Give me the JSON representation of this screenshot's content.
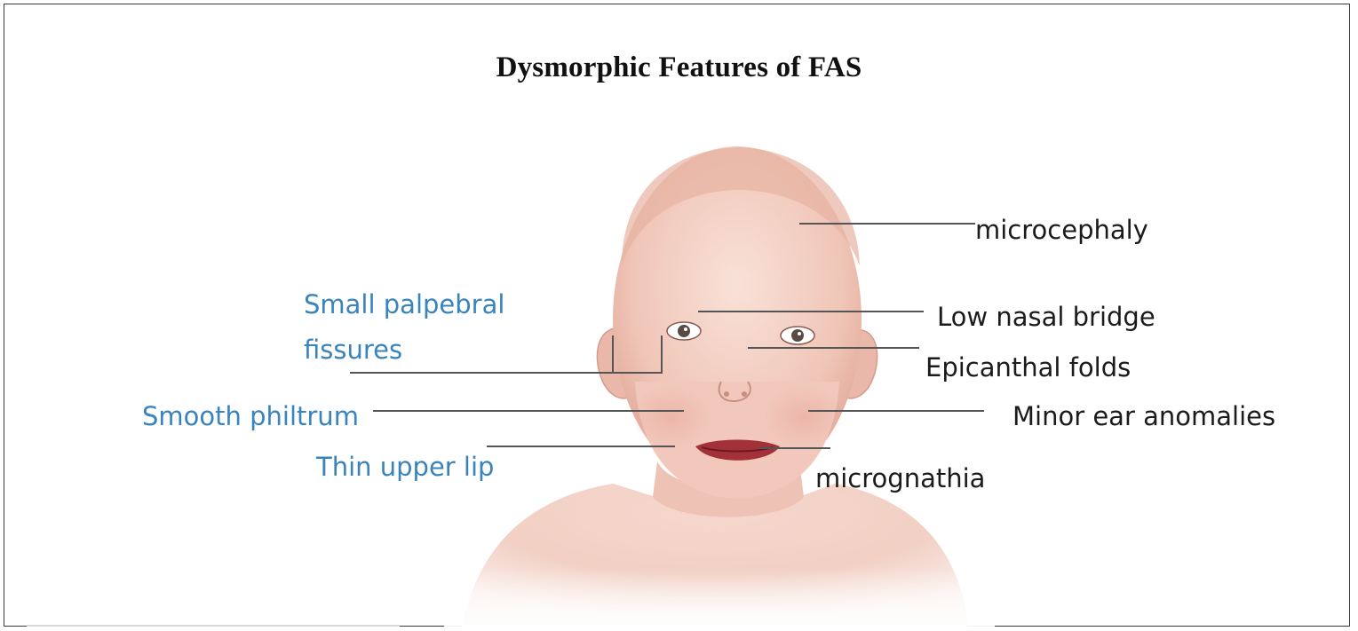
{
  "title": "Dysmorphic Features of FAS",
  "labels": {
    "microcephaly": "microcephaly",
    "low_nasal_bridge": "Low nasal bridge",
    "epicanthal_folds": "Epicanthal folds",
    "minor_ear_anomalies": "Minor ear anomalies",
    "micrognathia": "micrognathia",
    "small_palpebral_line1": "Small palpebral",
    "small_palpebral_line2": "fissures",
    "smooth_philtrum": "Smooth philtrum",
    "thin_upper_lip": "Thin upper lip"
  },
  "colors": {
    "dark_label": "#1b1b1b",
    "blue_label": "#3a84bd",
    "leader_line": "#555555",
    "skin": "#f2c9bd",
    "frame": "#3a3a3a"
  }
}
